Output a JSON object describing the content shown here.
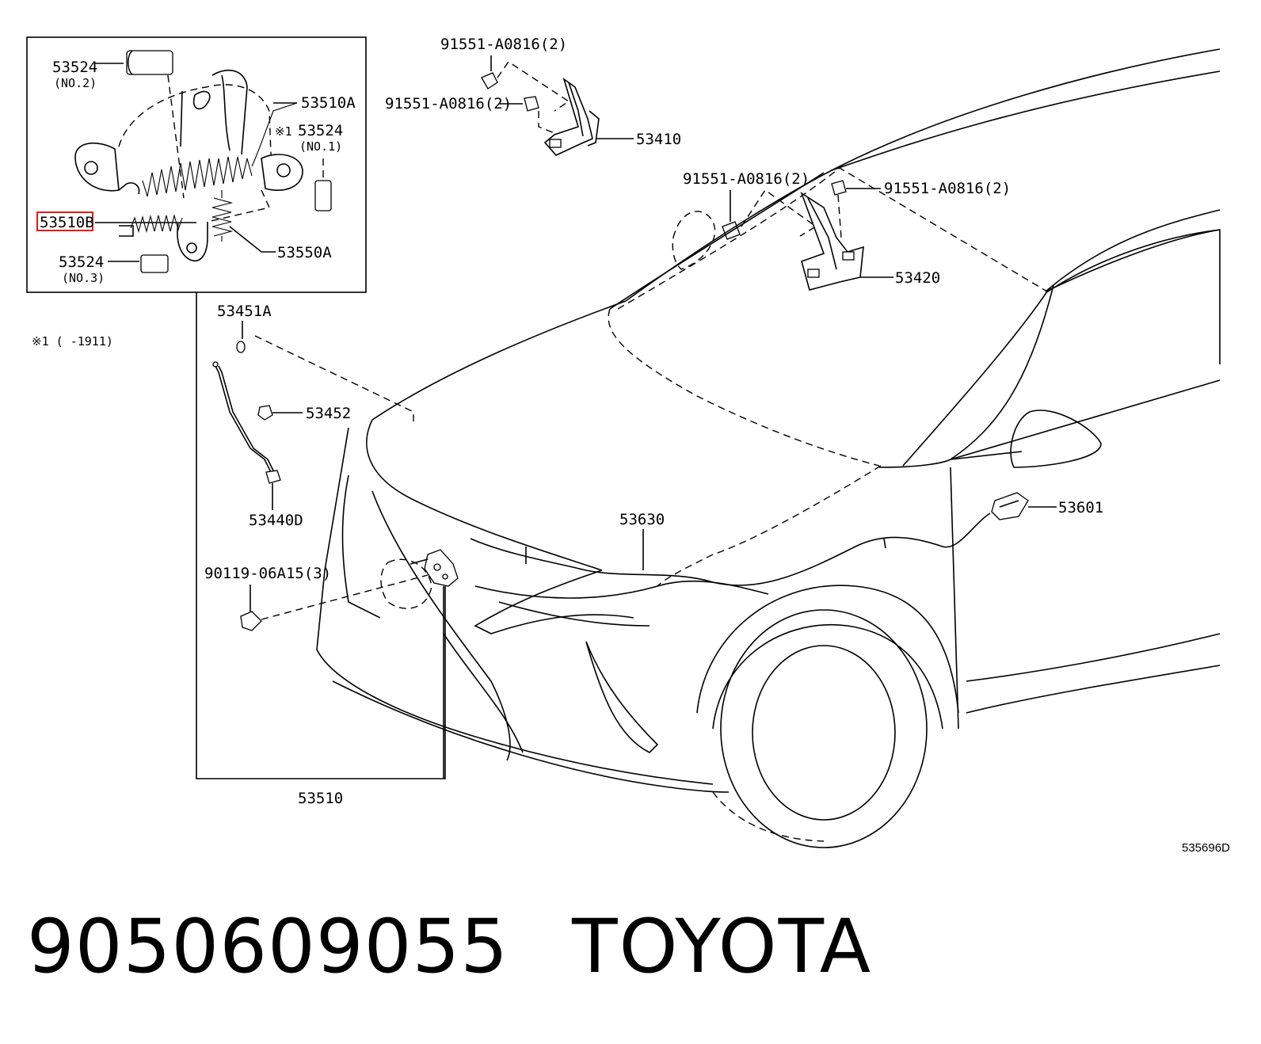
{
  "diagram": {
    "labels": {
      "p53524_no2": "53524",
      "p53524_no2_sub": "(NO.2)",
      "p53510A": "53510A",
      "note_mark_53524": "※1",
      "p53524_no1": "53524",
      "p53524_no1_sub": "(NO.1)",
      "p53510B": "53510B",
      "p53550A": "53550A",
      "p53524_no3": "53524",
      "p53524_no3_sub": "(NO.3)",
      "p53451A": "53451A",
      "note_1": "※1 (      -1911)",
      "p53452": "53452",
      "p53440D": "53440D",
      "bolt_90119": "90119-06A15(3)",
      "p53510": "53510",
      "bolt_91551_a": "91551-A0816(2)",
      "bolt_91551_b": "91551-A0816(2)",
      "p53410": "53410",
      "bolt_91551_c": "91551-A0816(2)",
      "bolt_91551_d": "91551-A0816(2)",
      "p53420": "53420",
      "p53630": "53630",
      "p53601": "53601",
      "illustration_id": "535696D"
    },
    "highlight_color": "#e00000"
  },
  "caption": {
    "part_number": "9050609055",
    "brand": "TOYOTA"
  }
}
